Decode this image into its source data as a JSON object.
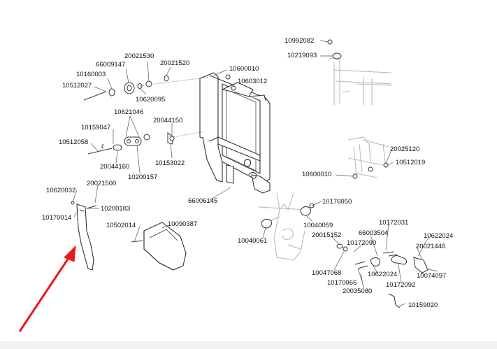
{
  "labels": {
    "p10992082": "10992082",
    "p10219093": "10219093",
    "p20021530": "20021530",
    "p66009147": "66009147",
    "p20021520": "20021520",
    "p10160003": "10160003",
    "p10512027": "10512027",
    "p10620095": "10620095",
    "p10600010_top": "10600010",
    "p10603012": "10603012",
    "p10621046": "10621046",
    "p20044150": "20044150",
    "p10159047": "10159047",
    "p10512058": "10512058",
    "p20044160": "20044160",
    "p10153022": "10153022",
    "p10200157": "10200157",
    "p20025120": "20025120",
    "p10512019": "10512019",
    "p10600010_right": "10600010",
    "p10620032": "10620032",
    "p20021500": "20021500",
    "p10170014": "10170014",
    "p10200183": "10200183",
    "p66006145": "66006145",
    "p10176050": "10176050",
    "p10502014": "10502014",
    "p10090387": "10090387",
    "p10040059": "10040059",
    "p10040061": "10040061",
    "p20015152": "20015152",
    "p10172031": "10172031",
    "p66003504": "66003504",
    "p10622024_top": "10622024",
    "p10172090": "10172090",
    "p20021446": "20021446",
    "p10047068": "10047068",
    "p10622024_mid": "10622024",
    "p10074097": "10074097",
    "p10170066": "10170066",
    "p10172092": "10172092",
    "p20035080": "20035080",
    "p10159020": "10159020"
  },
  "colors": {
    "arrow": "#e8191c",
    "line": "#333333",
    "faint": "#a8a8a8"
  }
}
